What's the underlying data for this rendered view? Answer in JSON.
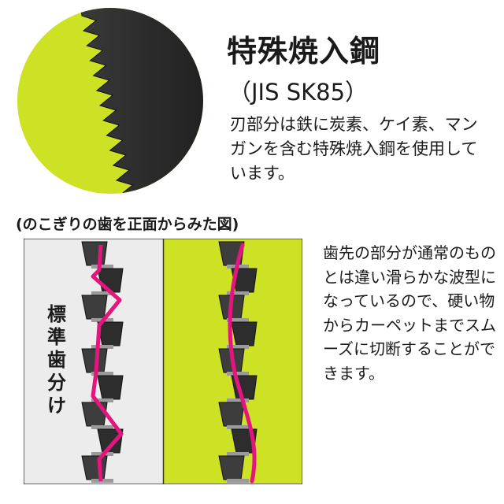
{
  "title": "特殊焼入鋼",
  "subtitle": "（JIS SK85）",
  "description_top": "刃部分は鉄に炭素、ケイ素、マンガンを含む特殊焼入鋼を使用しています。",
  "diagram": {
    "caption": "(のこぎりの歯を正面からみた図)",
    "standard_label": "標準歯分け"
  },
  "description_bottom": "歯先の部分が通常のものとは違い滑らかな波型になっているので、硬い物からカーペットまでスムーズに切断することができます。",
  "colors": {
    "accent_green": "#cde125",
    "blade_dark": "#2a2a2a",
    "wave_pink": "#e5157e",
    "panel_gray": "#ececec"
  }
}
